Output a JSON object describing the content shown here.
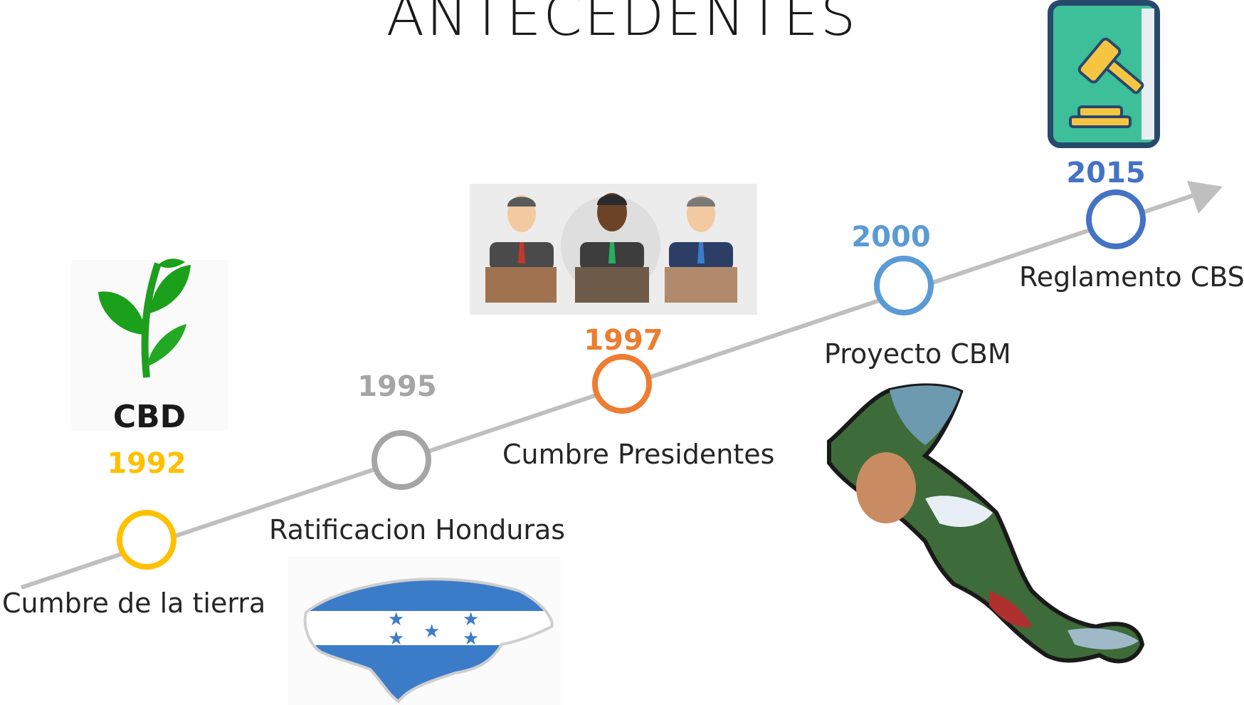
{
  "title": "ANTECEDENTES",
  "colors": {
    "line": "#bfbfbf",
    "c1992": "#ffc000",
    "c1995": "#a5a5a5",
    "c1997": "#ed7d31",
    "c2000": "#5b9bd5",
    "c2015": "#4472c4"
  },
  "milestones": [
    {
      "year": "1992",
      "label": "Cumbre de la tierra"
    },
    {
      "year": "1995",
      "label": "Ratificacion Honduras"
    },
    {
      "year": "1997",
      "label": "Cumbre Presidentes"
    },
    {
      "year": "2000",
      "label": "Proyecto CBM"
    },
    {
      "year": "2015",
      "label": "Reglamento CBS"
    }
  ],
  "cbd_logo_text": "CBD"
}
